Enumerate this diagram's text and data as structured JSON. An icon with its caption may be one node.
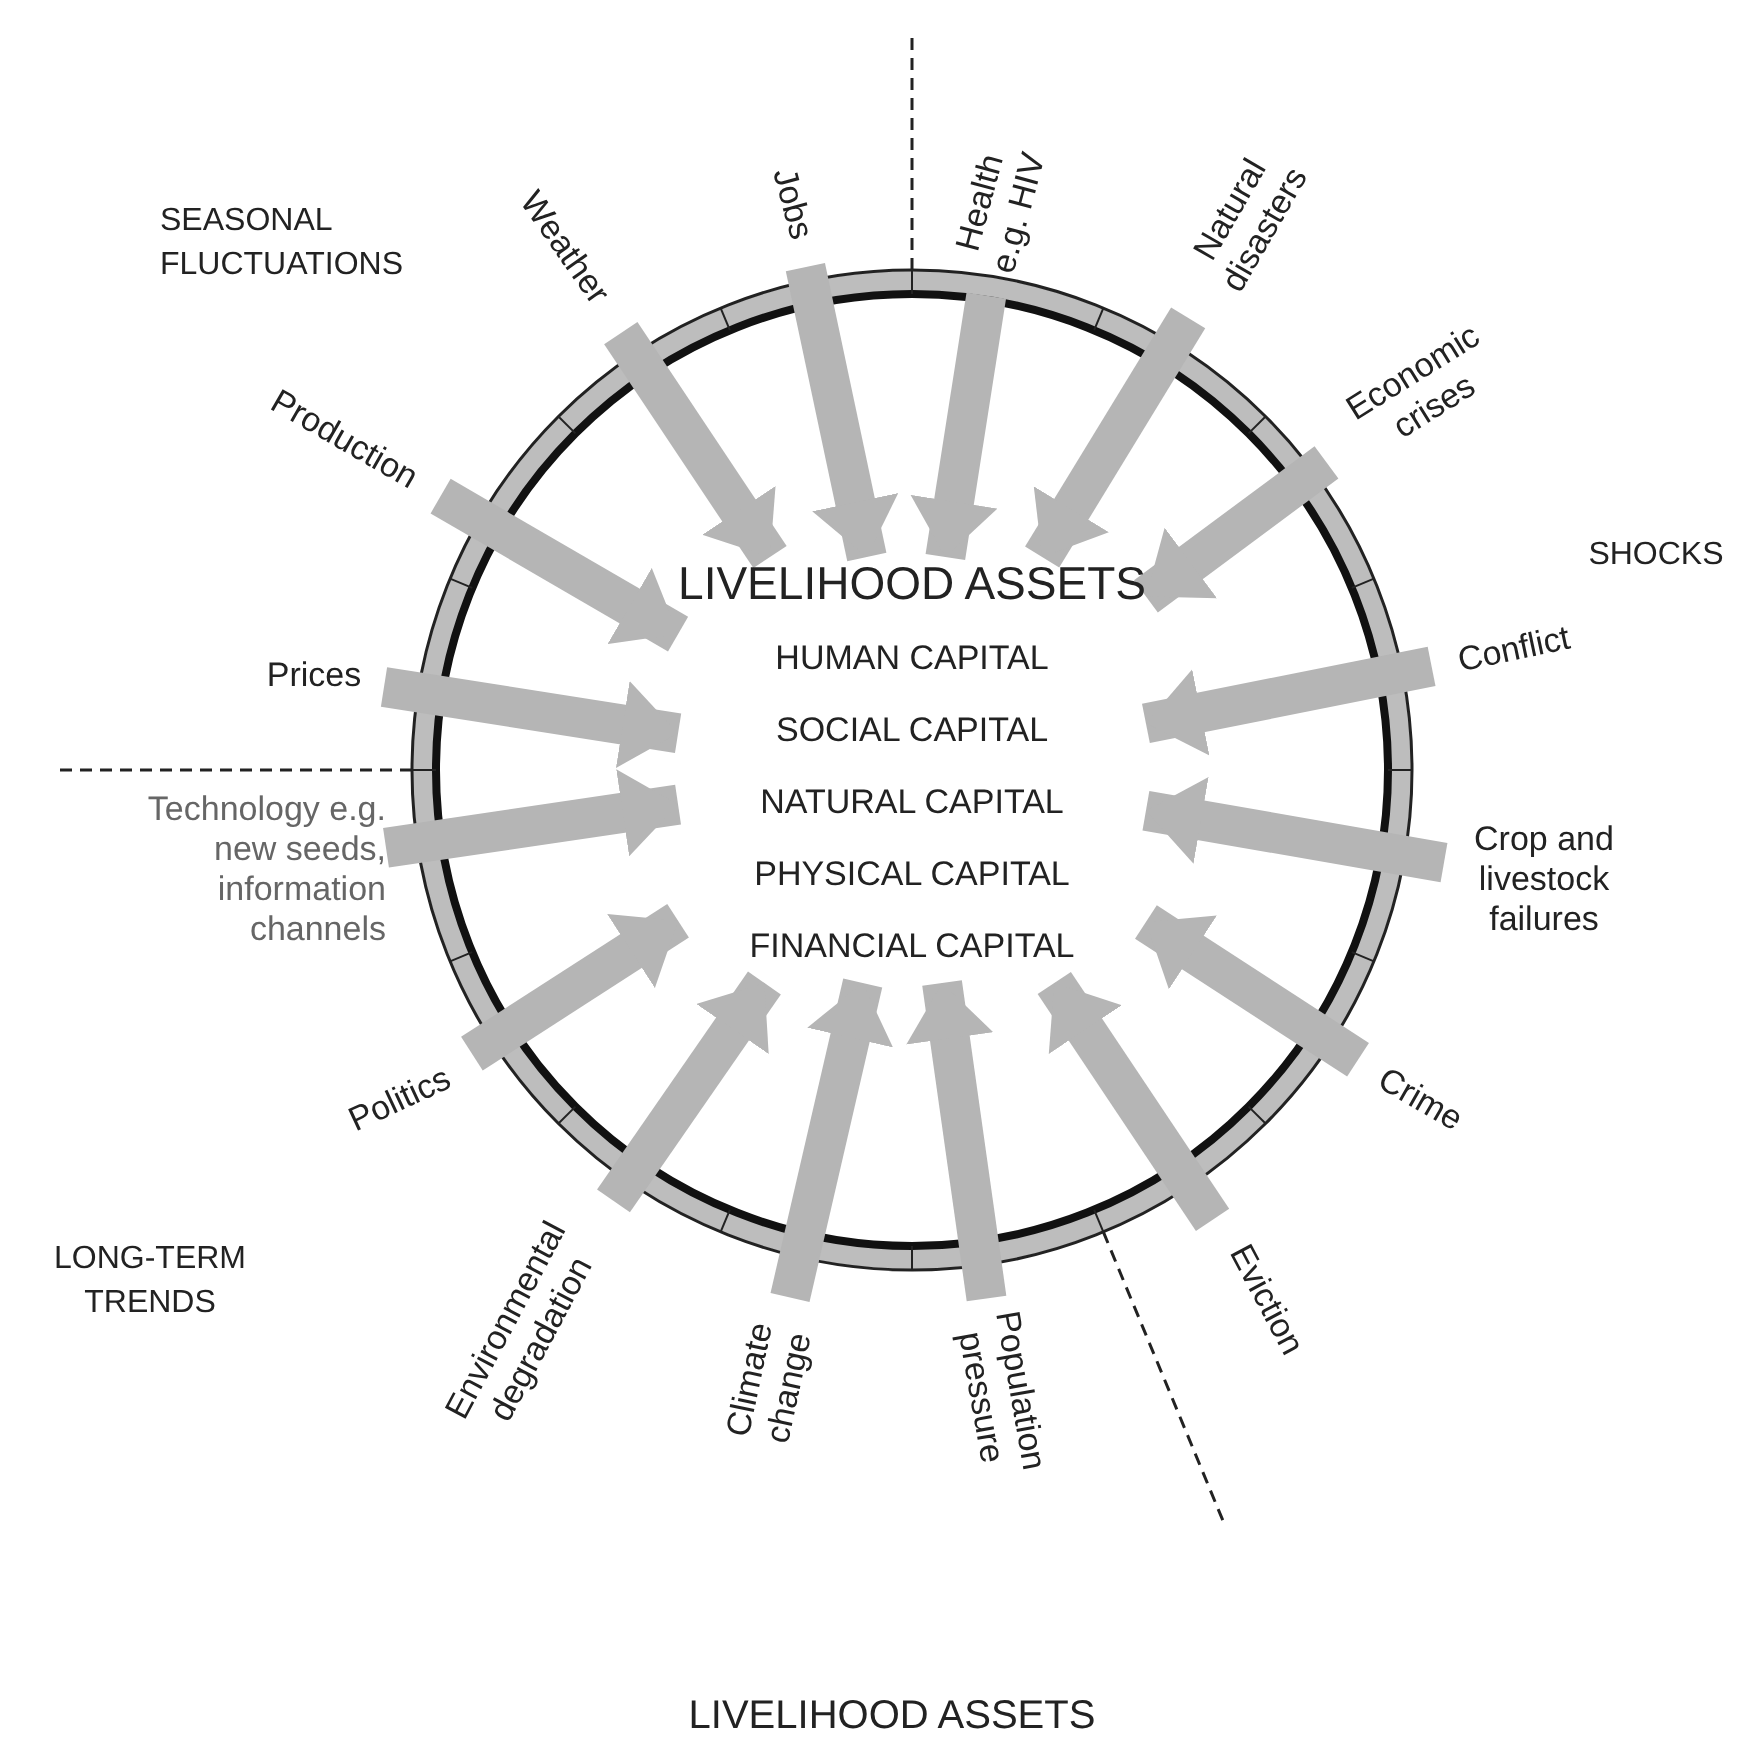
{
  "diagram": {
    "caption": "LIVELIHOOD ASSETS",
    "nodes": [
      {
        "text": [
          "LIVELIHOOD ASSETS",
          "HUMAN CAPITAL",
          "SOCIAL CAPITAL",
          "NATURAL CAPITAL",
          "PHYSICAL CAPITAL",
          "FINANCIAL CAPITAL"
        ]
      },
      {
        "text": [
          "Weather"
        ]
      },
      {
        "text": [
          "Jobs"
        ]
      },
      {
        "text": [
          "Health e.g. HIV"
        ]
      },
      {
        "text": [
          "Natural disasters"
        ]
      },
      {
        "text": [
          "Economic crises"
        ]
      },
      {
        "text": [
          "Conflict"
        ]
      },
      {
        "text": [
          "Crop and livestock failures"
        ]
      },
      {
        "text": [
          "Crime"
        ]
      },
      {
        "text": [
          "Eviction"
        ]
      },
      {
        "text": [
          "Population pressure"
        ]
      },
      {
        "text": [
          "Climate change"
        ]
      },
      {
        "text": [
          "Environmental degradation"
        ]
      },
      {
        "text": [
          "Politics"
        ]
      },
      {
        "text": [
          "Technology e.g. new seeds, information channels"
        ]
      },
      {
        "text": [
          "Prices"
        ]
      },
      {
        "text": [
          "Production"
        ]
      }
    ],
    "edges": [
      {
        "from": 1,
        "to": 0,
        "arrow": "to"
      },
      {
        "from": 2,
        "to": 0,
        "arrow": "to"
      },
      {
        "from": 3,
        "to": 0,
        "arrow": "to"
      },
      {
        "from": 4,
        "to": 0,
        "arrow": "to"
      },
      {
        "from": 5,
        "to": 0,
        "arrow": "to"
      },
      {
        "from": 6,
        "to": 0,
        "arrow": "to"
      },
      {
        "from": 7,
        "to": 0,
        "arrow": "to"
      },
      {
        "from": 8,
        "to": 0,
        "arrow": "to"
      },
      {
        "from": 9,
        "to": 0,
        "arrow": "to"
      },
      {
        "from": 10,
        "to": 0,
        "arrow": "to"
      },
      {
        "from": 11,
        "to": 0,
        "arrow": "to"
      },
      {
        "from": 12,
        "to": 0,
        "arrow": "to"
      },
      {
        "from": 13,
        "to": 0,
        "arrow": "to"
      },
      {
        "from": 14,
        "to": 0,
        "arrow": "to"
      },
      {
        "from": 15,
        "to": 0,
        "arrow": "to"
      },
      {
        "from": 16,
        "to": 0,
        "arrow": "to"
      }
    ],
    "labels": [
      "SEASONAL FLUCTUATIONS",
      "SHOCKS",
      "LONG-TERM TRENDS"
    ]
  }
}
